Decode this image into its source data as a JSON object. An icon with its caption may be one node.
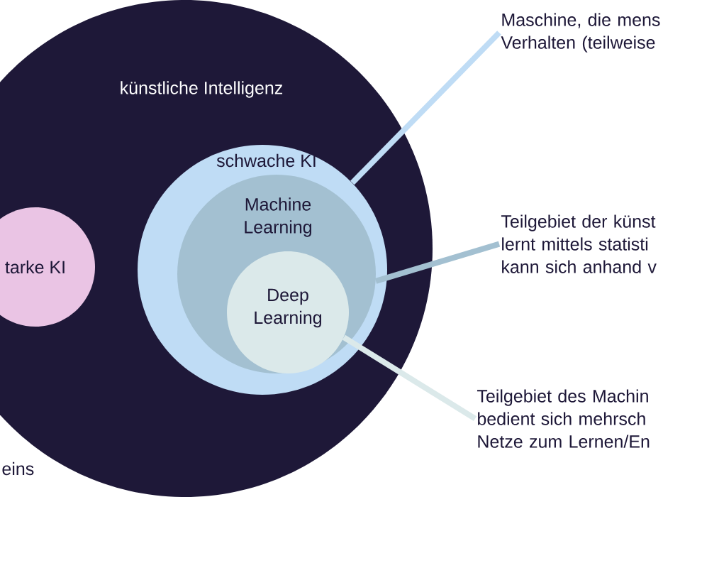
{
  "diagram": {
    "nodes": [
      {
        "text": [
          "künstliche Intelligenz"
        ]
      },
      {
        "text": [
          "tarke KI"
        ],
        "in": 0
      },
      {
        "text": [
          "schwache KI"
        ],
        "in": 0
      },
      {
        "text": [
          "Machine Learning"
        ],
        "in": 2
      },
      {
        "text": [
          "Deep Learning"
        ],
        "in": 3
      },
      {
        "text": [
          "Maschine, die mens Verhalten (teilweise"
        ]
      },
      {
        "text": [
          "Teilgebiet der künst lernt mittels statisti kann sich anhand v"
        ]
      },
      {
        "text": [
          "Teilgebiet des Machin bedient sich mehrsch Netze zum Lernen/En"
        ]
      }
    ],
    "edges": [
      {
        "from": 5,
        "to": 2,
        "arrow": "none",
        "color": "#bfdcf5"
      },
      {
        "from": 6,
        "to": 3,
        "arrow": "none",
        "color": "#a3c0d1"
      },
      {
        "from": 7,
        "to": 4,
        "arrow": "none",
        "color": "#dbe9ea"
      }
    ],
    "labels": [
      "eins"
    ]
  }
}
